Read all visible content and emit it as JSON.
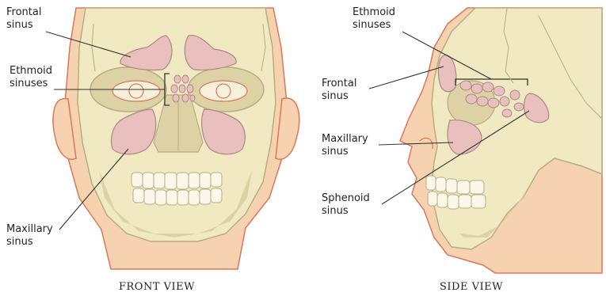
{
  "labels": {
    "front_frontal": "Frontal\nsinus",
    "front_ethmoid": "Ethmoid\nsinuses",
    "front_maxillary": "Maxillary\nsinus",
    "side_ethmoid": "Ethmoid\nsinuses",
    "side_frontal": "Frontal\nsinus",
    "side_maxillary": "Maxillary\nsinus",
    "side_sphenoid": "Sphenoid\nsinus"
  },
  "captions": {
    "front": "FRONT VIEW",
    "side": "SIDE VIEW"
  },
  "colors": {
    "skin": "#f6d2b0",
    "skin_outline": "#d9785a",
    "bone": "#f1e9c2",
    "bone_outline": "#b9ad80",
    "bone_shadow": "#ddd2a6",
    "sinus": "#e9c0bd",
    "sinus_outline": "#a98a84",
    "leader": "#333333"
  }
}
